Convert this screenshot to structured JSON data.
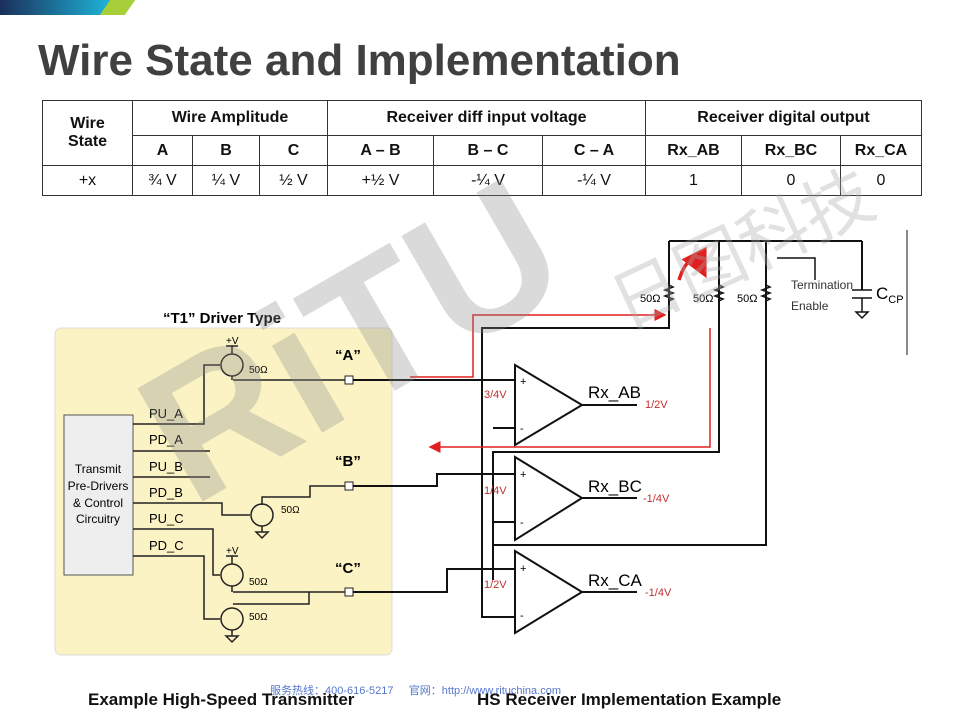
{
  "title": "Wire State and Implementation",
  "table": {
    "groups": [
      "Wire Amplitude",
      "Receiver diff input voltage",
      "Receiver digital output"
    ],
    "first_col": [
      "Wire",
      "State"
    ],
    "subheaders": [
      "A",
      "B",
      "C",
      "A – B",
      "B – C",
      "C – A",
      "Rx_AB",
      "Rx_BC",
      "Rx_CA"
    ],
    "row": [
      "+x",
      "¾ V",
      "¼ V",
      "½ V",
      "+½ V",
      "-¼ V",
      "-¼ V",
      "1",
      "0",
      "0"
    ]
  },
  "transmitter": {
    "title": "“T1” Driver Type",
    "block": [
      "Transmit",
      "Pre-Drivers",
      "& Control",
      "Circuitry"
    ],
    "signals": [
      "PU_A",
      "PD_A",
      "PU_B",
      "PD_B",
      "PU_C",
      "PD_C"
    ],
    "pins": [
      "“A”",
      "“B”",
      "“C”"
    ],
    "supply": "+V",
    "resistor": "50Ω",
    "caption": "Example High-Speed Transmitter"
  },
  "receiver": {
    "resistor": "50Ω",
    "termination": [
      "Termination",
      "Enable"
    ],
    "cap": "C",
    "cap_sub": "CP",
    "amps": [
      {
        "name": "Rx_AB",
        "in": "3/4V",
        "out": "1/2V"
      },
      {
        "name": "Rx_BC",
        "in": "1/4V",
        "out": "-1/4V"
      },
      {
        "name": "Rx_CA",
        "in": "1/2V",
        "out": "-1/4V"
      }
    ],
    "plus": "+",
    "minus": "-",
    "caption": "HS Receiver Implementation Example"
  },
  "watermark": {
    "logo": "RiTU",
    "cn": "日图科技"
  },
  "footer": {
    "hotline": "服务热线：400-616-5217",
    "site": "官网：http://www.rituchina.com"
  },
  "colors": {
    "yellow": "#fbf3c4",
    "red": "#e02020",
    "title": "#404040"
  }
}
